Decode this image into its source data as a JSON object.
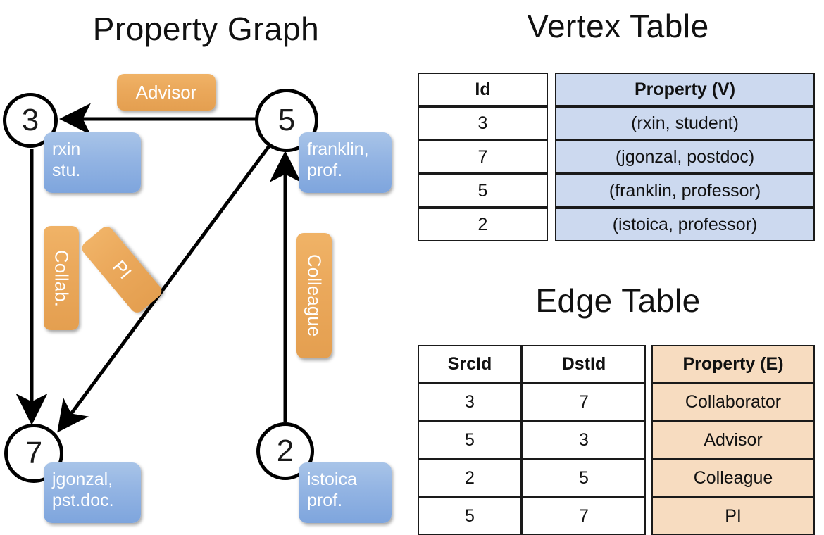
{
  "titles": {
    "property_graph": "Property Graph",
    "vertex_table": "Vertex Table",
    "edge_table": "Edge Table"
  },
  "graph": {
    "vertices": [
      {
        "id": "3",
        "label_line1": "rxin",
        "label_line2": "stu."
      },
      {
        "id": "5",
        "label_line1": "franklin,",
        "label_line2": "prof."
      },
      {
        "id": "7",
        "label_line1": "jgonzal,",
        "label_line2": "pst.doc."
      },
      {
        "id": "2",
        "label_line1": "istoica",
        "label_line2": "prof."
      }
    ],
    "edge_labels": [
      {
        "name": "advisor",
        "text": "Advisor"
      },
      {
        "name": "collab",
        "text": "Collab."
      },
      {
        "name": "pi",
        "text": "PI"
      },
      {
        "name": "colleague",
        "text": "Colleague"
      }
    ],
    "edges": [
      {
        "src": "5",
        "dst": "3",
        "label": "Advisor"
      },
      {
        "src": "3",
        "dst": "7",
        "label": "Collab."
      },
      {
        "src": "5",
        "dst": "7",
        "label": "PI"
      },
      {
        "src": "2",
        "dst": "5",
        "label": "Colleague"
      }
    ]
  },
  "vertex_table": {
    "headers": [
      "Id",
      "Property (V)"
    ],
    "rows": [
      {
        "id": "3",
        "property": "(rxin, student)"
      },
      {
        "id": "7",
        "property": "(jgonzal, postdoc)"
      },
      {
        "id": "5",
        "property": "(franklin, professor)"
      },
      {
        "id": "2",
        "property": "(istoica, professor)"
      }
    ]
  },
  "edge_table": {
    "headers": [
      "SrcId",
      "DstId",
      "Property (E)"
    ],
    "rows": [
      {
        "src": "3",
        "dst": "7",
        "property": "Collaborator"
      },
      {
        "src": "5",
        "dst": "3",
        "property": "Advisor"
      },
      {
        "src": "2",
        "dst": "5",
        "property": "Colleague"
      },
      {
        "src": "5",
        "dst": "7",
        "property": "PI"
      }
    ]
  },
  "colors": {
    "vertex_box": "#93b4e3",
    "edge_box": "#eba95c",
    "vertex_table_fill": "#ccd9ef",
    "edge_table_fill": "#f7dcc0",
    "stroke": "#1a1a1a"
  }
}
